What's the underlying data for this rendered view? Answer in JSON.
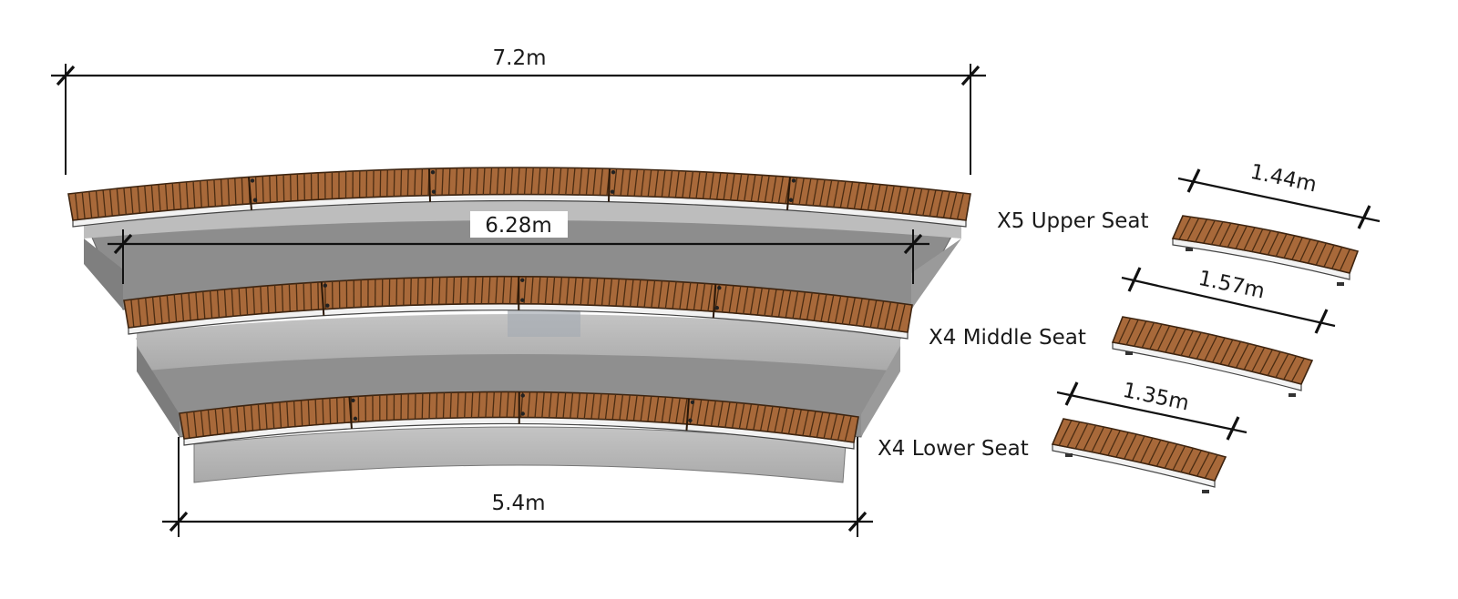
{
  "dimensions": {
    "total_width": "7.2m",
    "middle_width": "6.28m",
    "bottom_width": "5.4m"
  },
  "seats": [
    {
      "label": "X5 Upper Seat",
      "length": "1.44m"
    },
    {
      "label": "X4 Middle Seat",
      "length": "1.57m"
    },
    {
      "label": "X4 Lower Seat",
      "length": "1.35m"
    }
  ],
  "colors": {
    "wood": "#a8693a",
    "concrete_light": "#b9b9b9",
    "concrete_dark": "#8c8c8c",
    "ink": "#111111"
  }
}
